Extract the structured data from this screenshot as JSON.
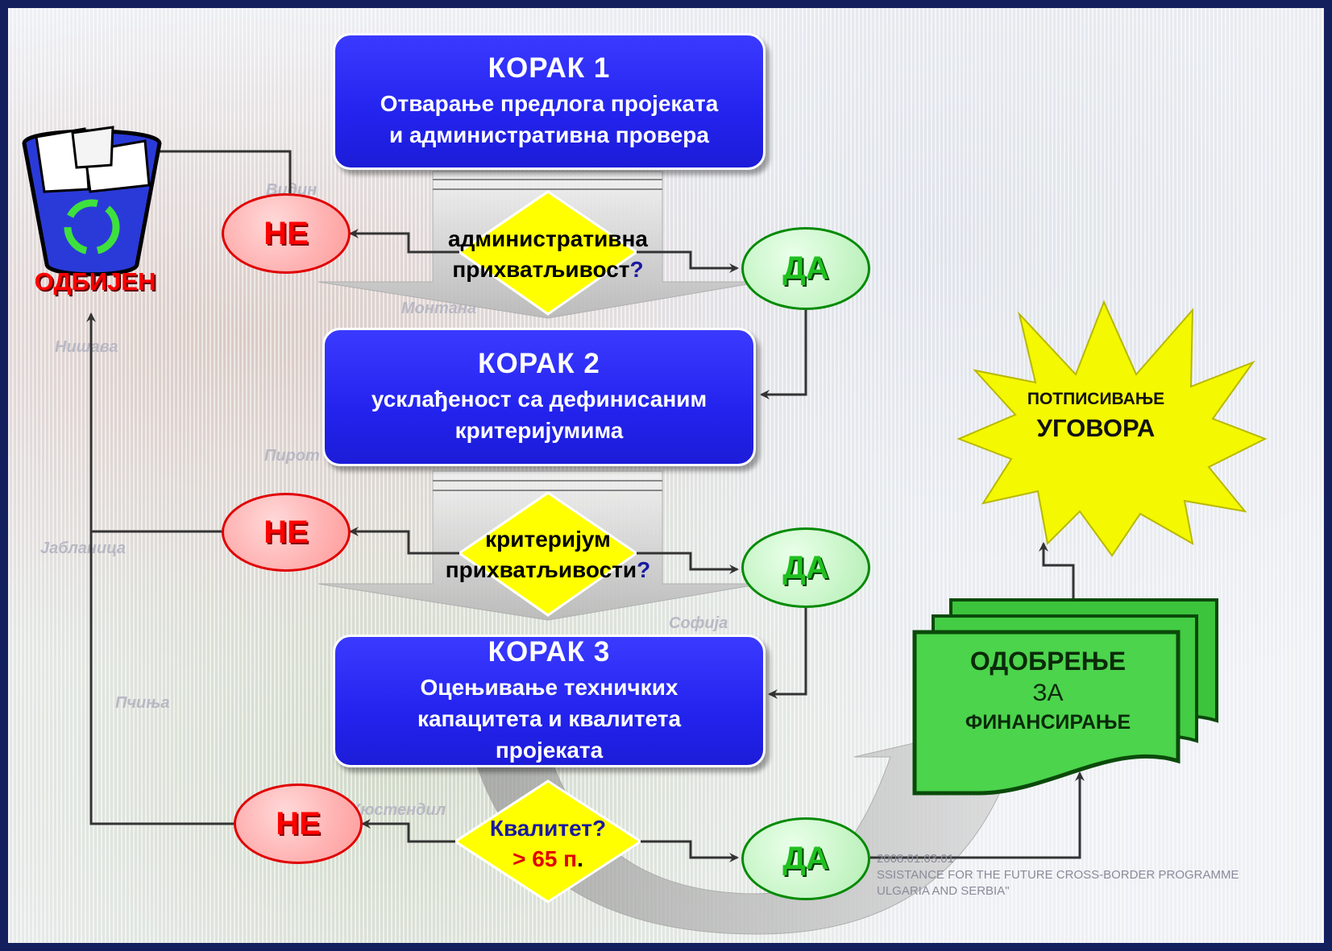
{
  "steps": [
    {
      "title": "КОРАК 1",
      "lines": [
        "Отварање предлога пројеката",
        "и административна провера"
      ]
    },
    {
      "title": "КОРАК 2",
      "lines": [
        "усклађеност са дефинисаним",
        "критеријумима"
      ]
    },
    {
      "title": "КОРАК 3",
      "lines": [
        "Оцењивање техничких",
        "капацитета и квалитета",
        "пројеката"
      ]
    }
  ],
  "decisions": [
    {
      "line1": "административна",
      "line2": "прихватљивост",
      "mark": "?"
    },
    {
      "line1": "критеријум",
      "line2": "прихватљивости",
      "mark": "?"
    },
    {
      "line1": "Квалитет?",
      "line2": "> 65 п",
      "mark": "."
    }
  ],
  "no_label": "НЕ",
  "yes_label": "ДА",
  "rejected_label": "ОДБИЈЕН",
  "approval": {
    "line1": "ОДОБРЕЊЕ",
    "line2": "ЗА",
    "line3": "ФИНАНСИРАЊЕ"
  },
  "signing": {
    "line1": "ПОТПИСИВАЊЕ",
    "line2": "УГОВОРА"
  },
  "background_labels": [
    "Видин",
    "Монтана",
    "Нишава",
    "Пирот",
    "Јабланица",
    "Софија",
    "Пчиња",
    "Кюстендил"
  ],
  "footer": {
    "code": "2008.01.03.01",
    "line1": "SSISTANCE FOR THE FUTURE CROSS-BORDER PROGRAMME",
    "line2": "ULGARIA AND SERBIA\""
  },
  "colors": {
    "step_box": "#2a2af0",
    "decision": "#ffff00",
    "no": "#ff0000",
    "yes": "#20c020",
    "approval": "#44d044",
    "star": "#f4f800",
    "frame": "#14205e"
  }
}
